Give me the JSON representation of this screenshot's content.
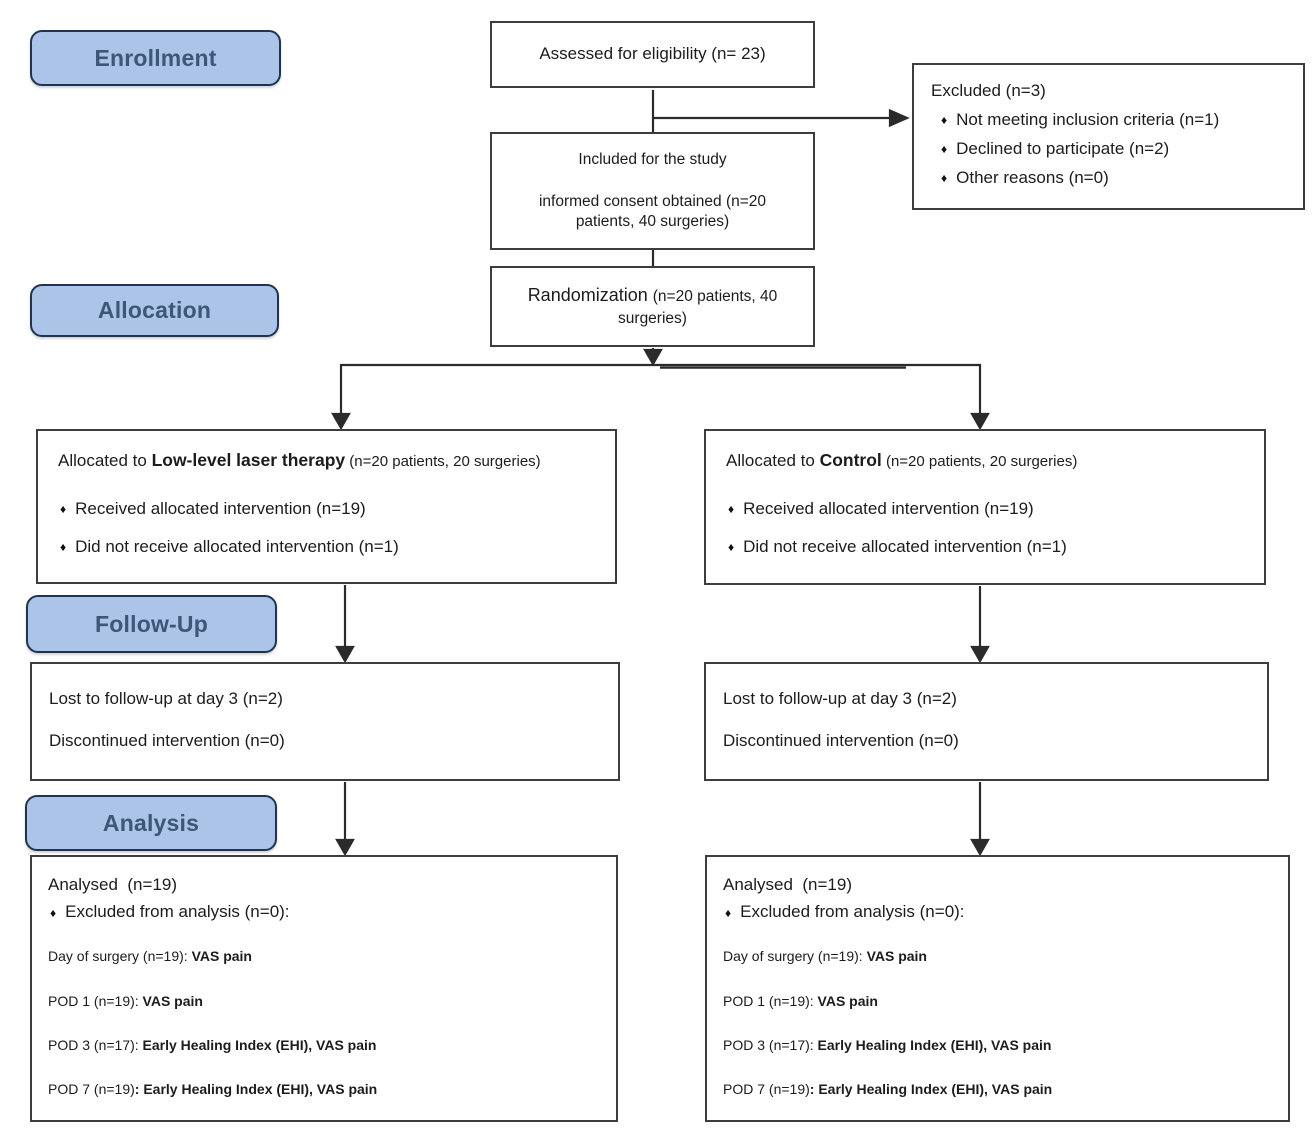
{
  "diagram": {
    "bullet_char": "♦",
    "stage_labels": {
      "enrollment": "Enrollment",
      "allocation": "Allocation",
      "followup": "Follow-Up",
      "analysis": "Analysis"
    },
    "assessed": {
      "text": "Assessed for eligibility (n= 23)"
    },
    "excluded": {
      "title": "Excluded (n=3)",
      "items": [
        "Not meeting inclusion criteria (n=1)",
        "Declined to participate (n=2)",
        "Other reasons (n=0)"
      ]
    },
    "included": {
      "line1": "Included for the study",
      "line2": "informed consent obtained (n=20 patients, 40 surgeries)"
    },
    "randomization": {
      "main": "Randomization ",
      "detail": "(n=20 patients, 40 surgeries)"
    },
    "arms": [
      {
        "allocated_prefix": "Allocated to ",
        "allocated_name": "Low-level laser therapy",
        "allocated_detail": " (n=20 patients, 20 surgeries)",
        "allocation_items": [
          "Received allocated intervention (n=19)",
          "Did not receive allocated intervention (n=1)"
        ],
        "followup_lines": [
          "Lost to follow-up at day 3 (n=2)",
          "Discontinued intervention (n=0)"
        ],
        "analysed": "Analysed  (n=19)",
        "excluded_from_analysis": "Excluded from analysis (n=0):",
        "timepoints": [
          {
            "prefix": "Day of surgery (n=19): ",
            "bold": "VAS pain"
          },
          {
            "prefix": "POD 1 (n=19): ",
            "bold": "VAS pain"
          },
          {
            "prefix": "POD 3 (n=17): ",
            "bold": "Early Healing Index (EHI), VAS pain"
          },
          {
            "prefix": "POD 7 (n=19)",
            "bold": ": Early Healing Index (EHI), VAS pain"
          }
        ]
      },
      {
        "allocated_prefix": "Allocated to ",
        "allocated_name": "Control",
        "allocated_detail": " (n=20 patients, 20 surgeries)",
        "allocation_items": [
          "Received allocated intervention (n=19)",
          "Did not receive allocated intervention (n=1)"
        ],
        "followup_lines": [
          "Lost to follow-up at day 3 (n=2)",
          "Discontinued intervention (n=0)"
        ],
        "analysed": "Analysed  (n=19)",
        "excluded_from_analysis": "Excluded from analysis (n=0):",
        "timepoints": [
          {
            "prefix": "Day of surgery (n=19): ",
            "bold": "VAS pain"
          },
          {
            "prefix": "POD 1 (n=19): ",
            "bold": "VAS pain"
          },
          {
            "prefix": "POD 3 (n=17): ",
            "bold": "Early Healing Index (EHI), VAS pain"
          },
          {
            "prefix": "POD 7 (n=19)",
            "bold": ": Early Healing Index (EHI), VAS pain"
          }
        ]
      }
    ],
    "colors": {
      "stage_fill": "#abc4e7",
      "stage_border": "#1e3450",
      "stage_text": "#3d5778",
      "box_border": "#3d3d3d",
      "text": "#1c1c1c",
      "arrow": "#2b2b2b",
      "background": "#ffffff"
    }
  }
}
